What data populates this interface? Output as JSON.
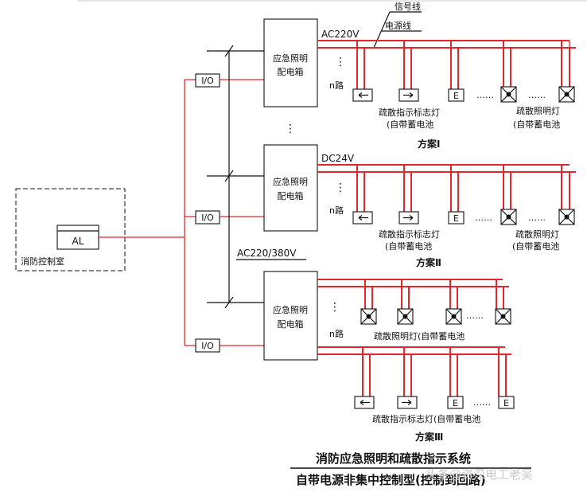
{
  "control_room": {
    "label": "消防控制室",
    "device": "AL"
  },
  "io_label": "I/O",
  "panel_label": [
    "应急照明",
    "配电箱"
  ],
  "n_circuits": "n路",
  "supply": {
    "ac": "AC220V",
    "dc": "DC24V",
    "main": "AC220/380V"
  },
  "wire_labels": {
    "signal": "信号线",
    "power": "电源线"
  },
  "scheme1": {
    "title": "方案Ⅰ",
    "exit_sign_label": [
      "疏散指示标志灯",
      "(自带蓄电池"
    ],
    "lamp_label": [
      "疏散照明灯",
      "(自带蓄电池"
    ],
    "e_mark": "E"
  },
  "scheme2": {
    "title": "方案Ⅱ",
    "exit_sign_label": [
      "疏散指示标志灯",
      "(自带蓄电池"
    ],
    "lamp_label": [
      "疏散照明灯",
      "(自带蓄电池"
    ],
    "e_mark": "E"
  },
  "scheme3": {
    "title": "方案Ⅲ",
    "lamp_label": "疏散照明灯(自带蓄电池",
    "exit_sign_label": "疏散指示标志灯(自带蓄电池",
    "e_mark": "E"
  },
  "caption": {
    "line1": "消防应急照明和疏散指示系统",
    "line2": "自带电源非集中控制型(控制到回路)"
  },
  "watermark": "头条@资深电工老吴",
  "dots": {
    "horizontal": "……",
    "vertical": "⋮"
  },
  "colors": {
    "wire": "#e3262b",
    "line": "#111111",
    "watermark": "#c9c9c9"
  }
}
